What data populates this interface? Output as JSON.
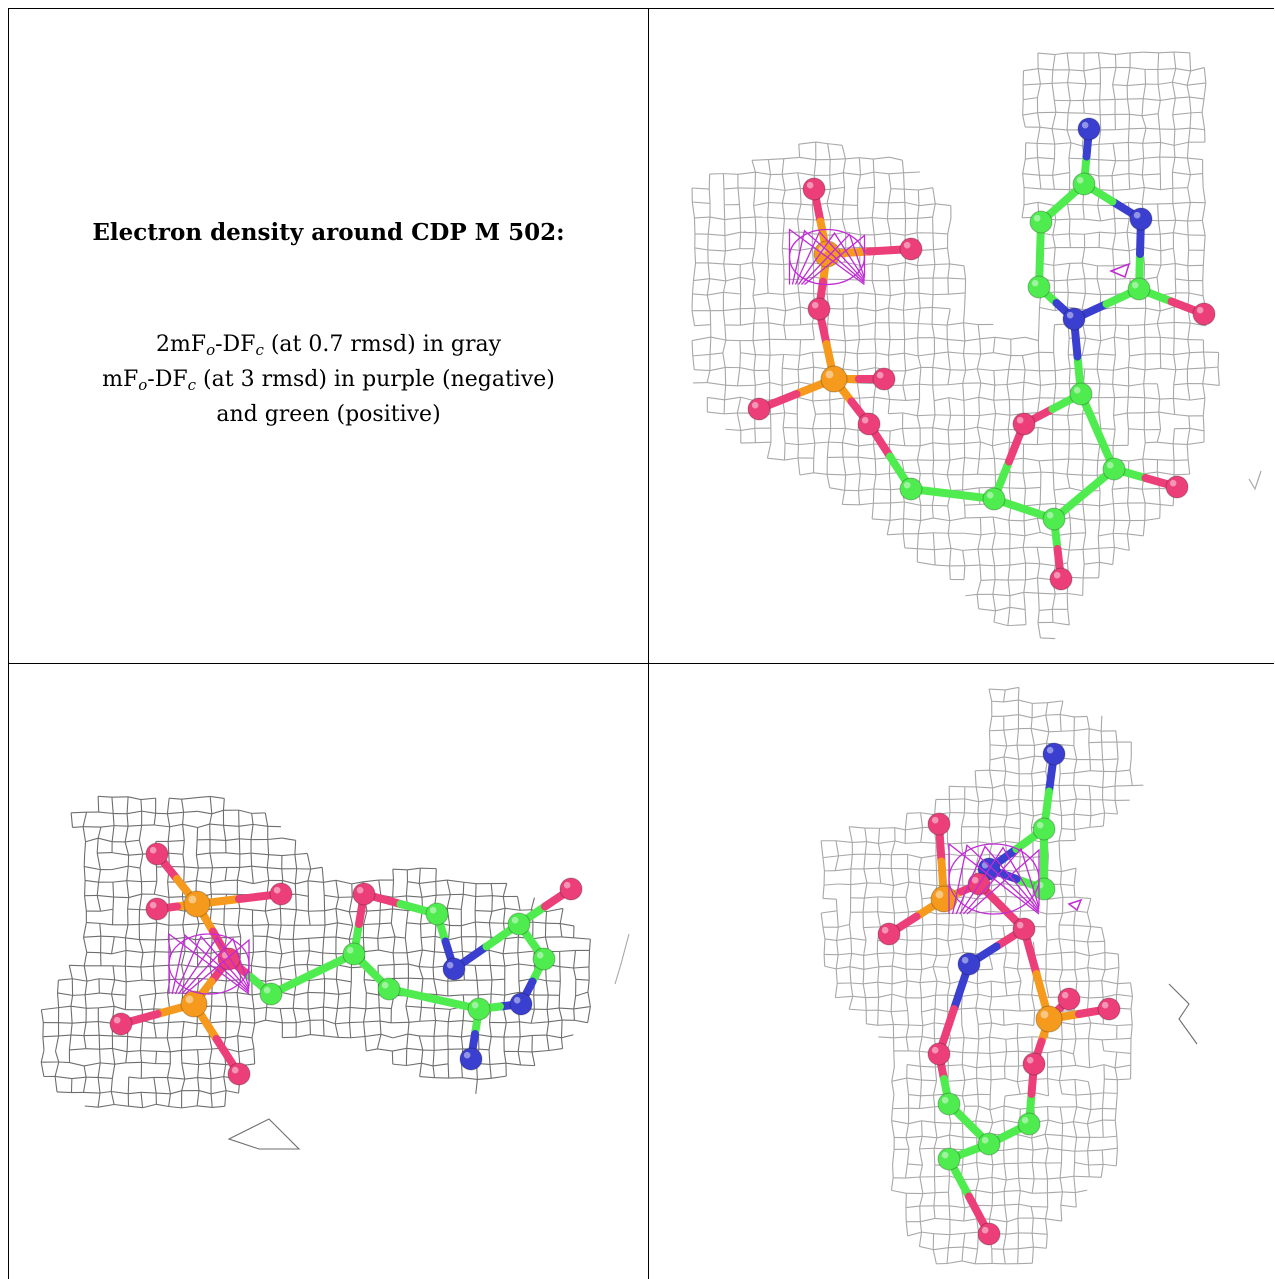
{
  "caption": {
    "title": "Electron density around CDP M 502:",
    "line1": {
      "pre": "2mF",
      "sub1": "o",
      "mid": "-DF",
      "sub2": "c",
      "post": " (at 0.7 rmsd) in gray"
    },
    "line2": {
      "pre": "mF",
      "sub1": "o",
      "mid": "-DF",
      "sub2": "c",
      "post": " (at 3 rmsd) in purple (negative)"
    },
    "line3": "and green (positive)"
  },
  "colors": {
    "mesh": "#a8a8a8",
    "mesh_dark": "#6e6e6e",
    "carbon": "#4fec4f",
    "oxygen": "#ec3f7a",
    "nitrogen": "#3a3fd0",
    "phosphorus": "#f59a1c",
    "negative_density": "#c02bd6"
  },
  "panels": [
    {
      "name": "top-right"
    },
    {
      "name": "bottom-left"
    },
    {
      "name": "bottom-right"
    }
  ]
}
